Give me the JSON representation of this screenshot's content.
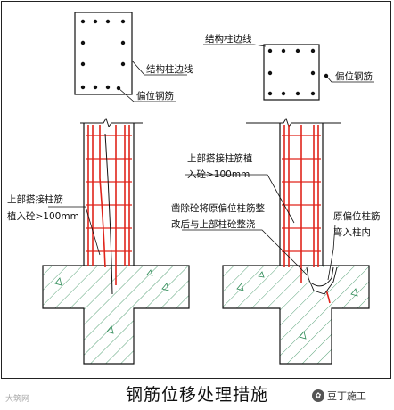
{
  "labels": {
    "left_top_edge": "结构柱边线",
    "left_top_rebar": "偏位钢筋",
    "right_top_edge": "结构柱边线",
    "right_top_rebar": "偏位钢筋",
    "left_note_line1": "上部搭接柱筋",
    "left_note_line2": "植入砼>100mm",
    "mid_note1_line1": "上部搭接柱筋植",
    "mid_note1_line2": "入砼>100mm",
    "mid_note2_line1": "凿除砼将原偏位柱筋整",
    "mid_note2_line2": "改后与上部柱砼整浇",
    "right_note_line1": "原偏位柱筋",
    "right_note_line2": "弯入柱内"
  },
  "caption": "钢筋位移处理措施",
  "watermark_left": "大筑网",
  "watermark_right": "豆丁施工",
  "colors": {
    "rebar": "#e0241b",
    "hatch": "#2e8b57",
    "ink": "#111111"
  }
}
